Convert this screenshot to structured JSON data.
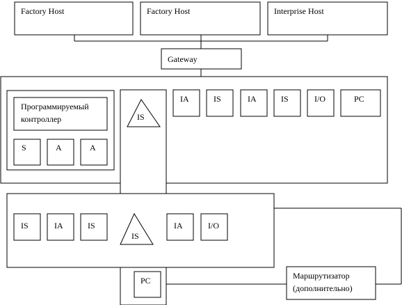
{
  "diagram": {
    "hosts": [
      "Factory Host",
      "Factory Host",
      "Interprise Host"
    ],
    "gateway": "Gateway",
    "plc": {
      "line1": "Программируемый",
      "line2": "контроллер"
    },
    "plc_devices": [
      "S",
      "A",
      "A"
    ],
    "upper_devices": [
      "IA",
      "IS",
      "IA",
      "IS",
      "I/O",
      "PC"
    ],
    "upper_triangle": "IS",
    "lower_devices": [
      "IS",
      "IA",
      "IS",
      "IA",
      "I/O"
    ],
    "lower_triangle": "IS",
    "bottom_pc": "PC",
    "router": {
      "line1": "Маршрутизатор",
      "line2": "(дополнительно)"
    }
  }
}
